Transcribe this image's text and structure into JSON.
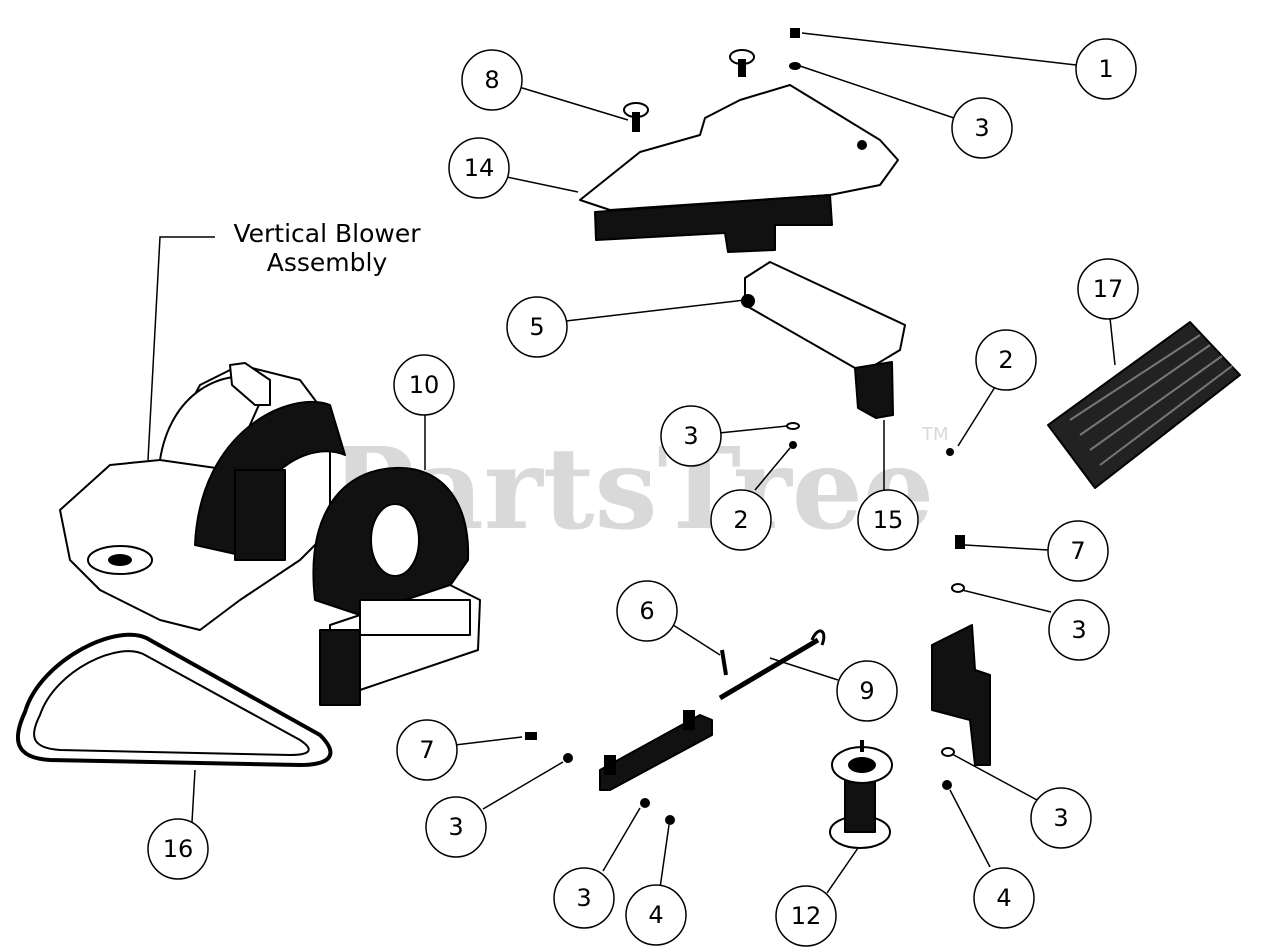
{
  "watermark": {
    "text": "PartsTree",
    "tm": "TM"
  },
  "assembly_label": {
    "line1": "Vertical Blower",
    "line2": "Assembly"
  },
  "callouts": [
    {
      "id": "c1",
      "label": "1"
    },
    {
      "id": "c3a",
      "label": "3"
    },
    {
      "id": "c8",
      "label": "8"
    },
    {
      "id": "c14",
      "label": "14"
    },
    {
      "id": "c5",
      "label": "5"
    },
    {
      "id": "c17",
      "label": "17"
    },
    {
      "id": "c10",
      "label": "10"
    },
    {
      "id": "c2a",
      "label": "2"
    },
    {
      "id": "c3b",
      "label": "3"
    },
    {
      "id": "c2b",
      "label": "2"
    },
    {
      "id": "c15",
      "label": "15"
    },
    {
      "id": "c7a",
      "label": "7"
    },
    {
      "id": "c3c",
      "label": "3"
    },
    {
      "id": "c6",
      "label": "6"
    },
    {
      "id": "c9",
      "label": "9"
    },
    {
      "id": "c7b",
      "label": "7"
    },
    {
      "id": "c3d",
      "label": "3"
    },
    {
      "id": "c3e",
      "label": "3"
    },
    {
      "id": "c16",
      "label": "16"
    },
    {
      "id": "c3f",
      "label": "3"
    },
    {
      "id": "c4a",
      "label": "4"
    },
    {
      "id": "c12",
      "label": "12"
    },
    {
      "id": "c4b",
      "label": "4"
    }
  ]
}
